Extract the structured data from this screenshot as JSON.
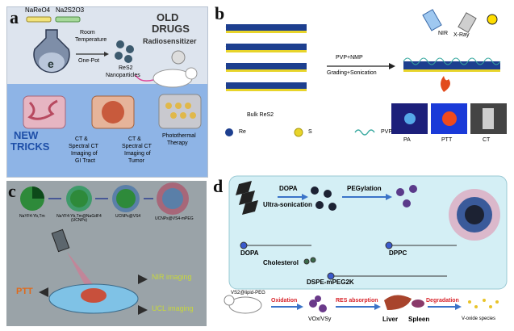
{
  "panels": {
    "a": {
      "label": "a",
      "reagent1": "NaReO4",
      "reagent2": "Na2S2O3",
      "conditions": [
        "Room",
        "Temperature",
        "One-Pot"
      ],
      "product": [
        "ReS2",
        "Nanoparticles"
      ],
      "old_drugs": [
        "OLD",
        "DRUGS"
      ],
      "radiosensitizer": "Radiosensitizer",
      "new_tricks": [
        "NEW",
        "TRICKS"
      ],
      "app1": [
        "CT &",
        "Spectral CT",
        "Imaging of",
        "GI Tract"
      ],
      "app2": [
        "CT &",
        "Spectral CT",
        "Imaging of",
        "Tumor"
      ],
      "app3": [
        "Photothermal",
        "Therapy"
      ],
      "colors": {
        "sky": "#dde4ee",
        "sea": "#8eb4e6",
        "title_blue": "#4a84d6"
      }
    },
    "b": {
      "label": "b",
      "step1": "PVP+NMP",
      "step2": "Grading+Sonication",
      "bulk": "Bulk ReS2",
      "nir": "NIR",
      "xray": "X-Ray",
      "legend": [
        "Re",
        "S",
        "PVP"
      ],
      "modes": [
        "PA",
        "PTT",
        "CT"
      ],
      "colors": {
        "re": "#1d3f8f",
        "s": "#e8d42a",
        "pvp": "#39a9a0"
      }
    },
    "c": {
      "label": "c",
      "stages": [
        "NaYF4:Yb,Tm",
        "NaYF4:Yb,Tm@NaGdF4 (UCNPs)",
        "UCNPs@VS4",
        "UCNPs@VS4-mPEG"
      ],
      "ptt": "PTT",
      "nir_imaging": "NIR imaging",
      "ucl_imaging": "UCL imaging",
      "colors": {
        "bg": "#9aa3a8",
        "ptt": "#e06a1a",
        "imaging": "#c8d83a"
      }
    },
    "d": {
      "label": "d",
      "dopa": "DOPA",
      "sonication": "Ultra-sonication",
      "pegylation": "PEGylation",
      "lipids": [
        "DOPA",
        "DPPC",
        "Cholesterol",
        "DSPE-mPEG2K"
      ],
      "complex": "VS2@lipid-PEG",
      "oxidation": "Oxidation",
      "ox_product": "VOx/VSy",
      "res": "RES absorption",
      "organs": [
        "Liver",
        "Spleen"
      ],
      "degradation": "Degradation",
      "species": "V-oxide species",
      "colors": {
        "box": "#d4eff5",
        "arrow": "#3a73c8",
        "red": "#d8232a"
      }
    }
  }
}
